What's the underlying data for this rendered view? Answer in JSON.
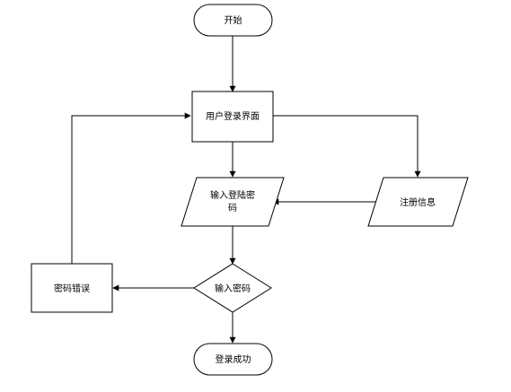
{
  "diagram": {
    "nodes": {
      "start": {
        "label": "开始"
      },
      "login_screen": {
        "label": "用户登录界面"
      },
      "input_login_password": {
        "label_line1": "输入登陆密",
        "label_line2": "码"
      },
      "register_info": {
        "label": "注册信息"
      },
      "password_decision": {
        "label": "输入密码"
      },
      "password_error": {
        "label": "密码错误"
      },
      "login_success": {
        "label": "登录成功"
      }
    },
    "colors": {
      "stroke": "#000000",
      "fill": "#ffffff",
      "text": "#000000"
    }
  }
}
